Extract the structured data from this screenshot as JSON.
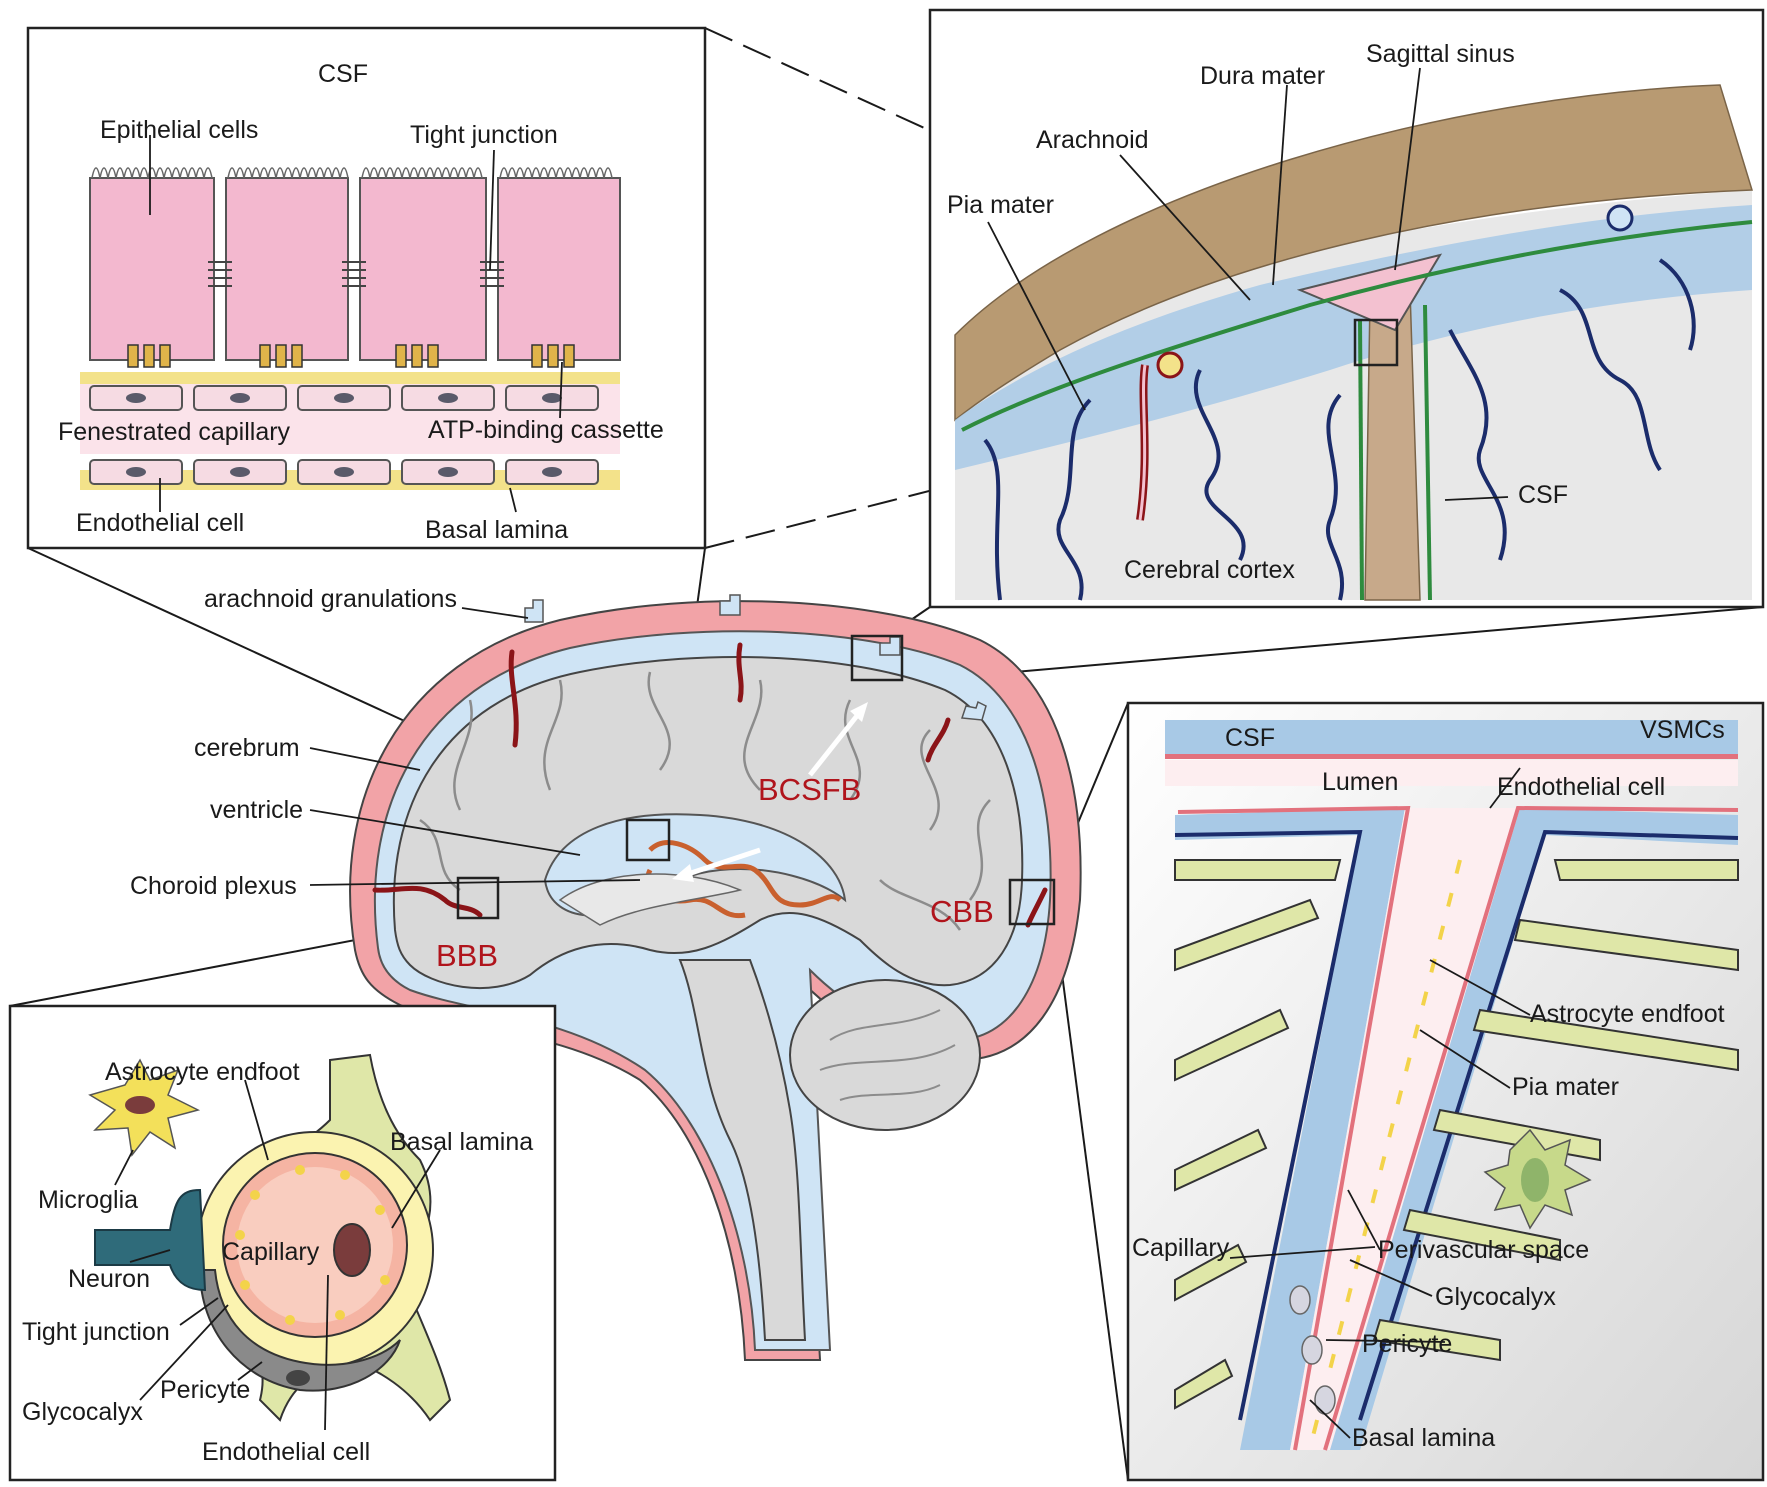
{
  "panels": {
    "bcsfb_detail": {
      "csf": "CSF",
      "epithelial_cells": "Epithelial cells",
      "tight_junction": "Tight junction",
      "fenestrated_capillary": "Fenestrated capillary",
      "atp_binding_cassette": "ATP-binding cassette",
      "endothelial_cell": "Endothelial cell",
      "basal_lamina": "Basal lamina"
    },
    "meninges_detail": {
      "sagittal_sinus": "Sagittal sinus",
      "dura_mater": "Dura mater",
      "arachnoid": "Arachnoid",
      "pia_mater": "Pia mater",
      "csf": "CSF",
      "cerebral_cortex": "Cerebral cortex"
    },
    "brain": {
      "arachnoid_granulations": "arachnoid granulations",
      "cerebrum": "cerebrum",
      "ventricle": "ventricle",
      "choroid_plexus": "Choroid plexus",
      "bcsfb": "BCSFB",
      "cbb": "CBB",
      "bbb": "BBB"
    },
    "bbb_detail": {
      "astrocyte_endfoot": "Astrocyte endfoot",
      "basal_lamina": "Basal lamina",
      "microglia": "Microglia",
      "neuron": "Neuron",
      "capillary": "Capillary",
      "tight_junction": "Tight junction",
      "glycocalyx": "Glycocalyx",
      "pericyte": "Pericyte",
      "endothelial_cell": "Endothelial cell"
    },
    "cbb_detail": {
      "csf": "CSF",
      "vsmcs": "VSMCs",
      "lumen": "Lumen",
      "endothelial_cell": "Endothelial cell",
      "astrocyte_endfoot": "Astrocyte endfoot",
      "pia_mater": "Pia mater",
      "capillary": "Capillary",
      "perivascular_space": "Perivascular space",
      "glycocalyx": "Glycocalyx",
      "pericyte": "Pericyte",
      "basal_lamina": "Basal lamina"
    }
  },
  "colors": {
    "dura": "#f2a3a7",
    "csf_blue": "#cfe4f5",
    "brain_gray": "#d9d9d9",
    "label_red": "#b0141c",
    "epithelium_pink": "#f3b8cf",
    "cortex_tan": "#b89a72",
    "astro_green": "#dfe7a8",
    "pia_green": "#2e8b3e",
    "vessel_navy": "#1b2c6b"
  }
}
